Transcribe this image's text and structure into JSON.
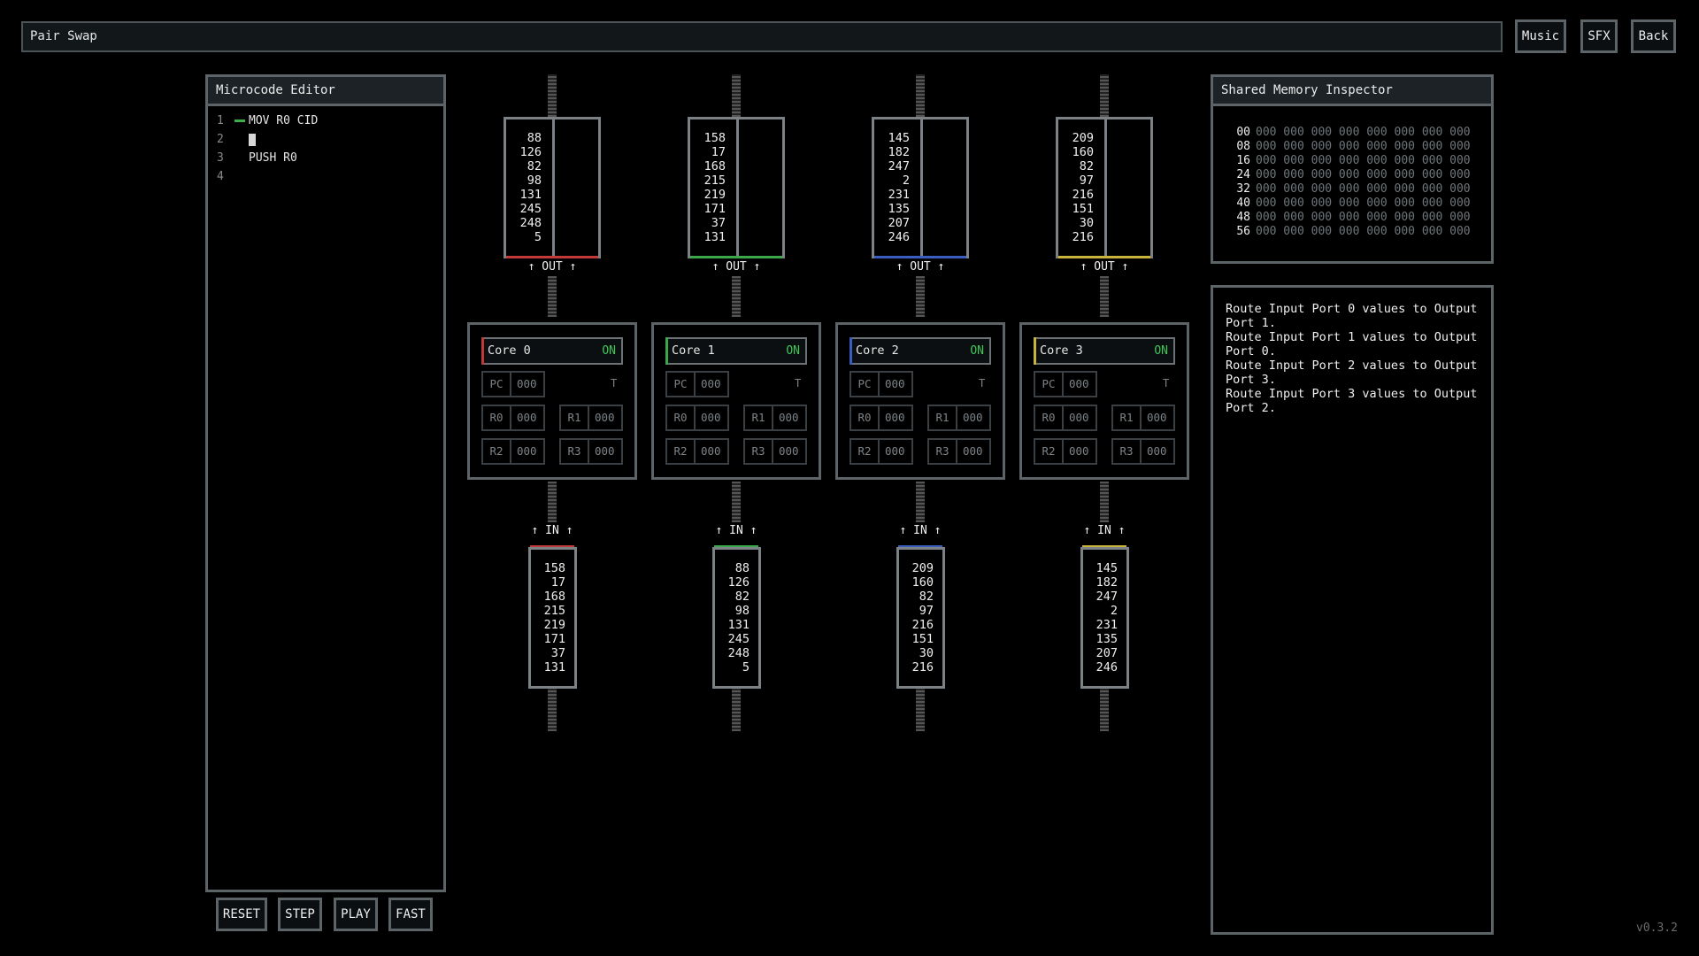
{
  "header": {
    "title": "Pair Swap",
    "music_label": "Music",
    "sfx_label": "SFX",
    "back_label": "Back"
  },
  "editor": {
    "title": "Microcode Editor",
    "lines": [
      {
        "num": "1",
        "code": "MOV R0 CID",
        "marked": true
      },
      {
        "num": "2",
        "code": "",
        "cursor": true
      },
      {
        "num": "3",
        "code": "PUSH R0"
      },
      {
        "num": "4",
        "code": ""
      }
    ]
  },
  "controls": {
    "reset": "RESET",
    "step": "STEP",
    "play": "PLAY",
    "fast": "FAST"
  },
  "colors": {
    "core0": "#c03a3a",
    "core1": "#3aa84a",
    "core2": "#3a5ec0",
    "core3": "#c8b43a",
    "on": "#3ec855"
  },
  "labels": {
    "out": "↑ OUT ↑",
    "in": "↑ IN ↑"
  },
  "cores": [
    {
      "name": "Core 0",
      "status": "ON",
      "t_flag": "T",
      "pc_label": "PC",
      "pc": "000",
      "r0_label": "R0",
      "r0": "000",
      "r1_label": "R1",
      "r1": "000",
      "r2_label": "R2",
      "r2": "000",
      "r3_label": "R3",
      "r3": "000",
      "output": [
        "88",
        "126",
        "82",
        "98",
        "131",
        "245",
        "248",
        "5"
      ],
      "input": [
        "158",
        "17",
        "168",
        "215",
        "219",
        "171",
        "37",
        "131"
      ]
    },
    {
      "name": "Core 1",
      "status": "ON",
      "t_flag": "T",
      "pc_label": "PC",
      "pc": "000",
      "r0_label": "R0",
      "r0": "000",
      "r1_label": "R1",
      "r1": "000",
      "r2_label": "R2",
      "r2": "000",
      "r3_label": "R3",
      "r3": "000",
      "output": [
        "158",
        "17",
        "168",
        "215",
        "219",
        "171",
        "37",
        "131"
      ],
      "input": [
        "88",
        "126",
        "82",
        "98",
        "131",
        "245",
        "248",
        "5"
      ]
    },
    {
      "name": "Core 2",
      "status": "ON",
      "t_flag": "T",
      "pc_label": "PC",
      "pc": "000",
      "r0_label": "R0",
      "r0": "000",
      "r1_label": "R1",
      "r1": "000",
      "r2_label": "R2",
      "r2": "000",
      "r3_label": "R3",
      "r3": "000",
      "output": [
        "145",
        "182",
        "247",
        "2",
        "231",
        "135",
        "207",
        "246"
      ],
      "input": [
        "209",
        "160",
        "82",
        "97",
        "216",
        "151",
        "30",
        "216"
      ]
    },
    {
      "name": "Core 3",
      "status": "ON",
      "t_flag": "T",
      "pc_label": "PC",
      "pc": "000",
      "r0_label": "R0",
      "r0": "000",
      "r1_label": "R1",
      "r1": "000",
      "r2_label": "R2",
      "r2": "000",
      "r3_label": "R3",
      "r3": "000",
      "output": [
        "209",
        "160",
        "82",
        "97",
        "216",
        "151",
        "30",
        "216"
      ],
      "input": [
        "145",
        "182",
        "247",
        "2",
        "231",
        "135",
        "207",
        "246"
      ]
    }
  ],
  "memory": {
    "title": "Shared Memory Inspector",
    "rows": [
      {
        "addr": "00",
        "values": "000 000 000 000 000 000 000 000"
      },
      {
        "addr": "08",
        "values": "000 000 000 000 000 000 000 000"
      },
      {
        "addr": "16",
        "values": "000 000 000 000 000 000 000 000"
      },
      {
        "addr": "24",
        "values": "000 000 000 000 000 000 000 000"
      },
      {
        "addr": "32",
        "values": "000 000 000 000 000 000 000 000"
      },
      {
        "addr": "40",
        "values": "000 000 000 000 000 000 000 000"
      },
      {
        "addr": "48",
        "values": "000 000 000 000 000 000 000 000"
      },
      {
        "addr": "56",
        "values": "000 000 000 000 000 000 000 000"
      }
    ]
  },
  "description": "Route Input Port 0 values to Output\nPort 1.\nRoute Input Port 1 values to Output\nPort 0.\nRoute Input Port 2 values to Output\nPort 3.\nRoute Input Port 3 values to Output\nPort 2.",
  "version": "v0.3.2"
}
